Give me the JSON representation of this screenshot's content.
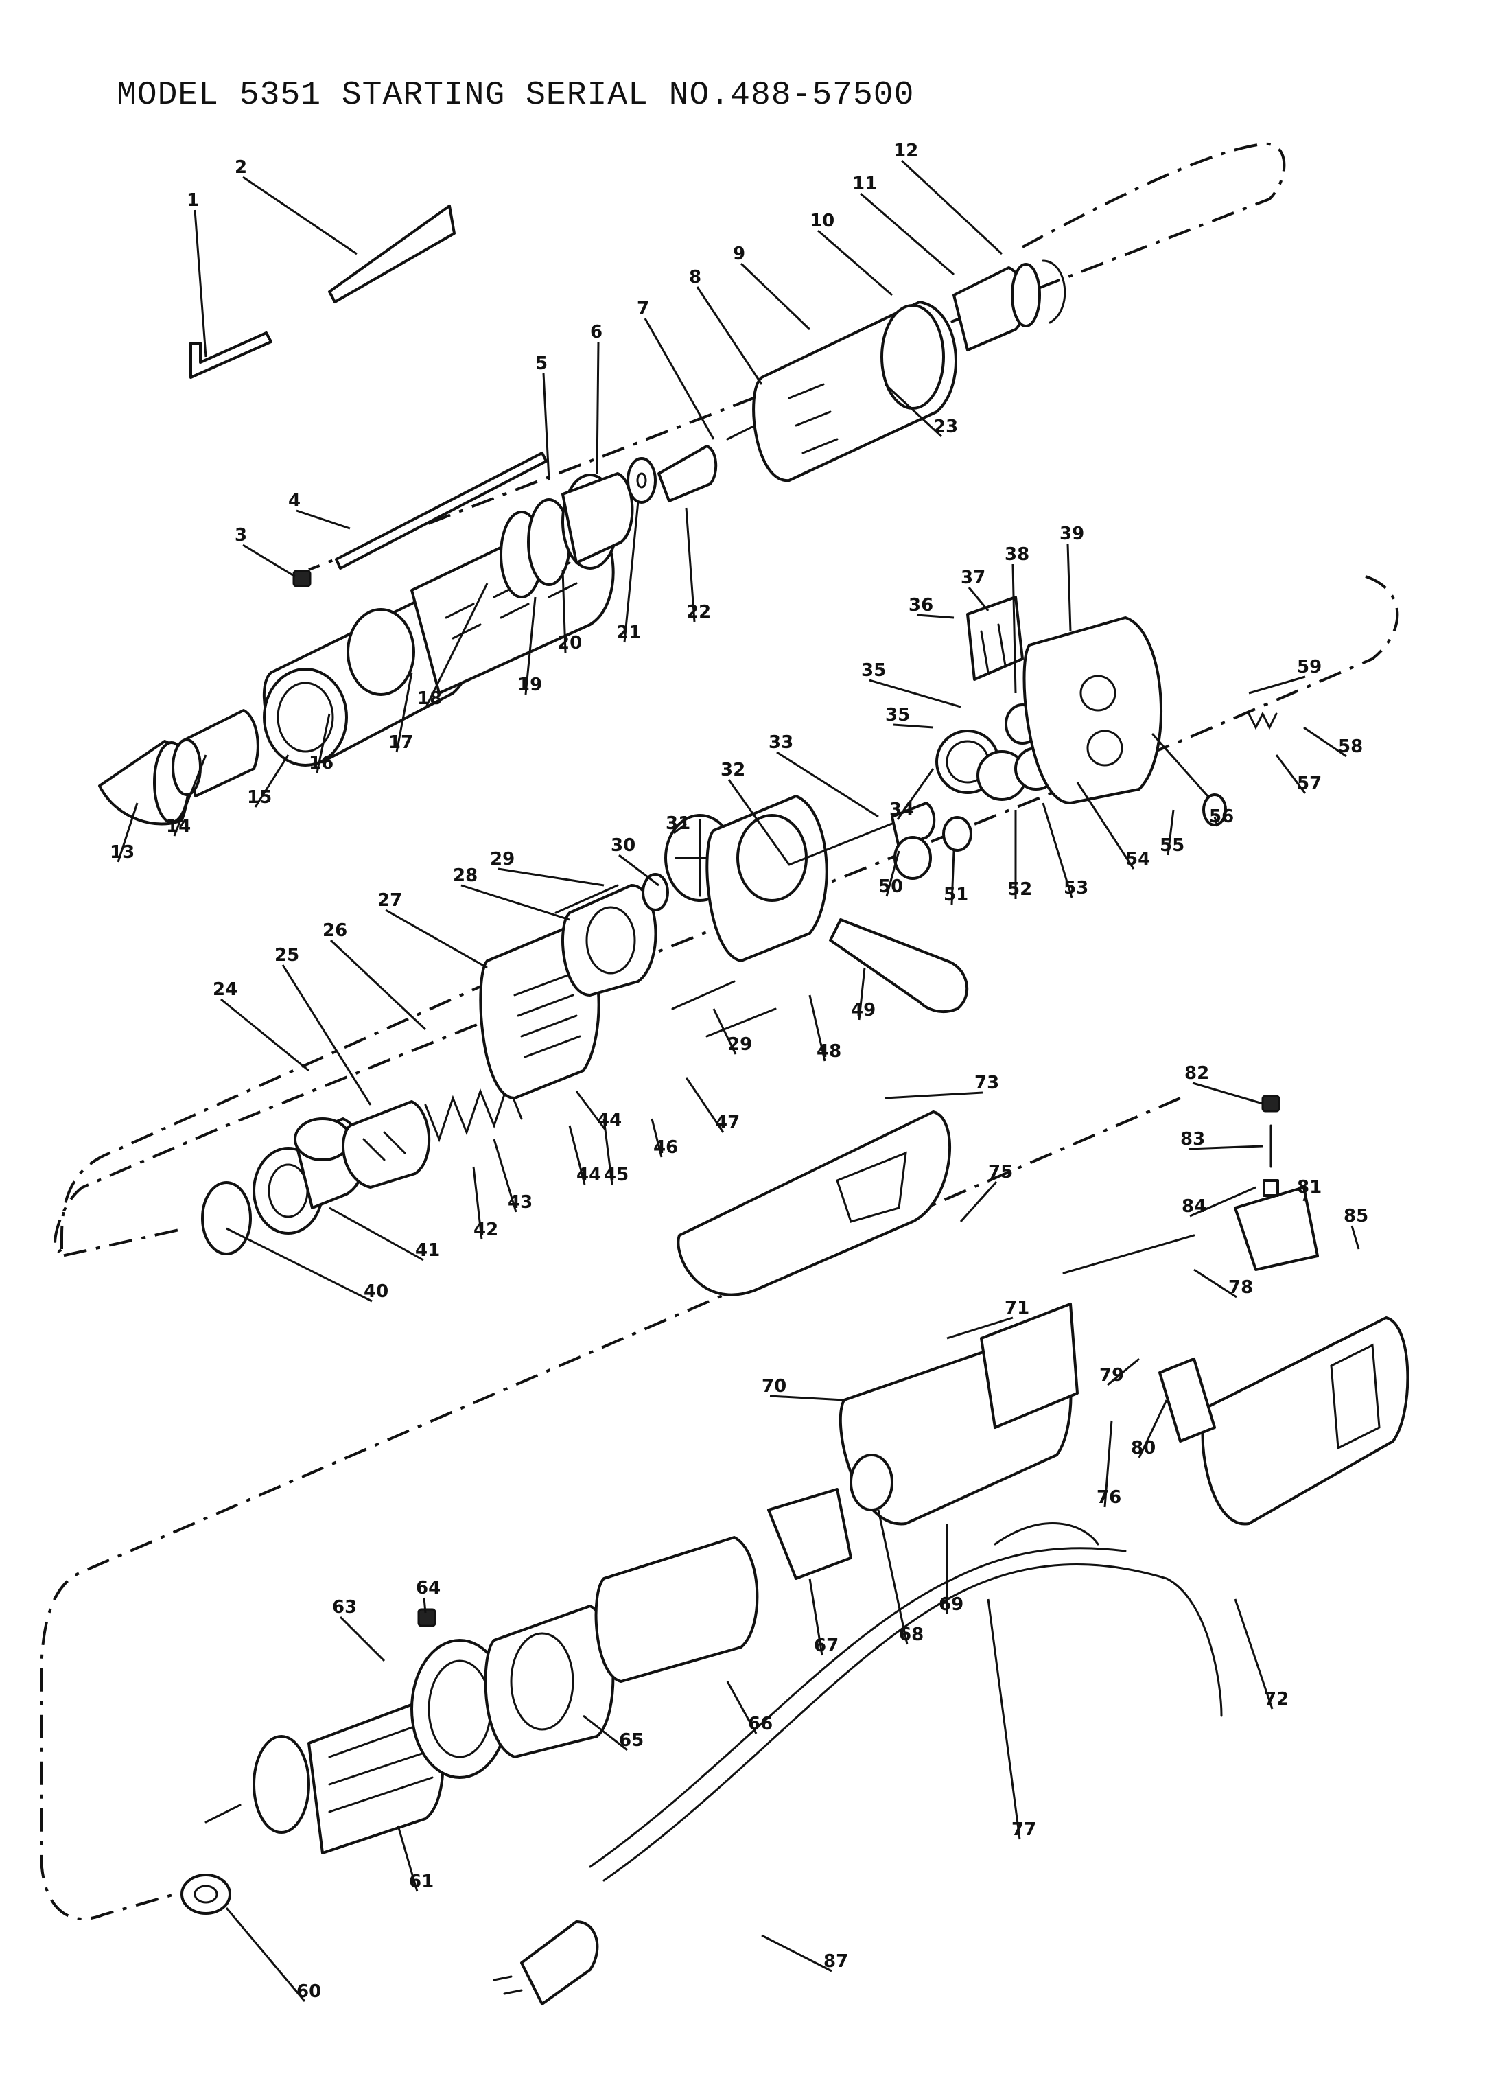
{
  "title": "MODEL 5351 STARTING SERIAL NO.488-57500",
  "callouts": [
    "1",
    "2",
    "3",
    "4",
    "5",
    "6",
    "7",
    "8",
    "9",
    "10",
    "11",
    "12",
    "13",
    "14",
    "15",
    "16",
    "17",
    "18",
    "19",
    "20",
    "21",
    "22",
    "23",
    "24",
    "25",
    "26",
    "27",
    "28",
    "29",
    "29",
    "30",
    "31",
    "32",
    "33",
    "34",
    "35",
    "35",
    "36",
    "37",
    "38",
    "39",
    "40",
    "41",
    "42",
    "43",
    "44",
    "44",
    "45",
    "46",
    "47",
    "48",
    "49",
    "50",
    "51",
    "52",
    "53",
    "54",
    "55",
    "56",
    "57",
    "58",
    "59",
    "60",
    "61",
    "63",
    "64",
    "65",
    "66",
    "67",
    "68",
    "69",
    "70",
    "71",
    "72",
    "73",
    "75",
    "76",
    "77",
    "78",
    "79",
    "80",
    "81",
    "82",
    "83",
    "84",
    "85",
    "87"
  ]
}
